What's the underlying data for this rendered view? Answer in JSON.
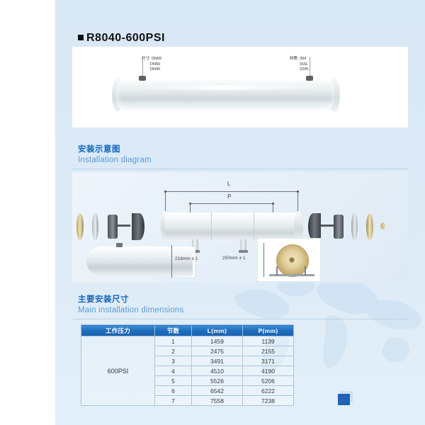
{
  "product": {
    "title": "R8040-600PSI",
    "bullet_icon": "square-bullet-icon",
    "annotations": {
      "left": {
        "label": "尺寸:",
        "values": [
          "DN65",
          "DN50",
          "DN40"
        ]
      },
      "right": {
        "label": "材质:",
        "values": [
          "304",
          "316L",
          "2205"
        ]
      }
    }
  },
  "sections": [
    {
      "cn": "安装示意图",
      "en": "Installation diagram"
    },
    {
      "cn": "主要安装尺寸",
      "en": "Main installation dimensions"
    }
  ],
  "diagram": {
    "length_label": "L",
    "pitch_label": "P",
    "diameter_note": "218mm ± 1",
    "inset_note": "250mm ± 1"
  },
  "table": {
    "headers": [
      "工作压力",
      "节数",
      "L(mm)",
      "P(mm)"
    ],
    "pressure": "600PSI",
    "rows": [
      {
        "sections": "1",
        "l": "1459",
        "p": "1139"
      },
      {
        "sections": "2",
        "l": "2475",
        "p": "2155"
      },
      {
        "sections": "3",
        "l": "3491",
        "p": "3171"
      },
      {
        "sections": "4",
        "l": "4510",
        "p": "4190"
      },
      {
        "sections": "5",
        "l": "5526",
        "p": "5206"
      },
      {
        "sections": "6",
        "l": "6542",
        "p": "6222"
      },
      {
        "sections": "7",
        "l": "7558",
        "p": "7238"
      }
    ]
  },
  "colors": {
    "page_bg": "#d9e8f5",
    "heading_cn": "#1365b9",
    "heading_en": "#5b9bd5",
    "table_header": "#1f6cbd",
    "accent_square": "#1f63b4"
  }
}
